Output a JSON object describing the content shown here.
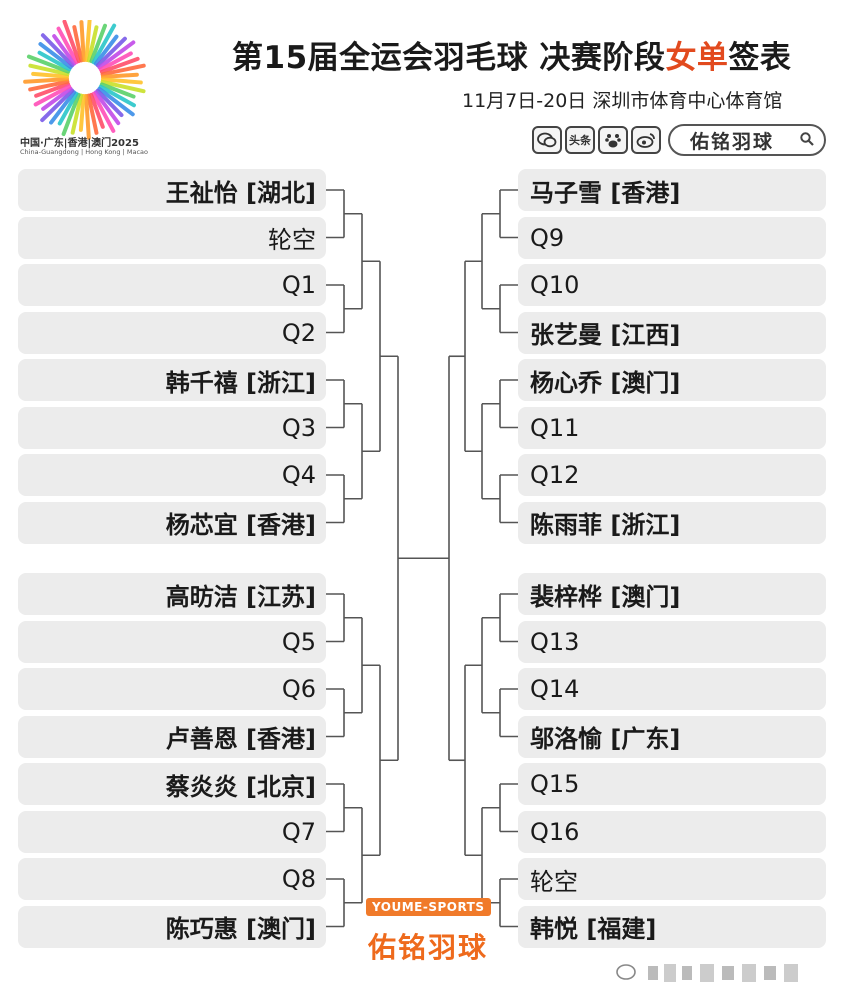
{
  "header": {
    "title_part1": "第15届全运会羽毛球 决赛阶段",
    "title_accent": "女单",
    "title_part2": "签表",
    "subtitle": "11月7日-20日 深圳市体育中心体育馆",
    "social_tags": [
      "微信",
      "头条",
      "百度",
      "微博"
    ],
    "search_label": "佑铭羽球"
  },
  "logo": {
    "line1": "中国·广东|香港|澳门2025",
    "line2": "China-Guangdong | Hong Kong | Macao"
  },
  "left_draw": [
    {
      "label": "王祉怡 [湖北]",
      "bold": true
    },
    {
      "label": "轮空",
      "bold": false
    },
    {
      "label": "Q1",
      "bold": false
    },
    {
      "label": "Q2",
      "bold": false
    },
    {
      "label": "韩千禧 [浙江]",
      "bold": true
    },
    {
      "label": "Q3",
      "bold": false
    },
    {
      "label": "Q4",
      "bold": false
    },
    {
      "label": "杨芯宜 [香港]",
      "bold": true
    },
    {
      "label": "高昉洁 [江苏]",
      "bold": true
    },
    {
      "label": "Q5",
      "bold": false
    },
    {
      "label": "Q6",
      "bold": false
    },
    {
      "label": "卢善恩 [香港]",
      "bold": true
    },
    {
      "label": "蔡炎炎 [北京]",
      "bold": true
    },
    {
      "label": "Q7",
      "bold": false
    },
    {
      "label": "Q8",
      "bold": false
    },
    {
      "label": "陈巧惠 [澳门]",
      "bold": true
    }
  ],
  "right_draw": [
    {
      "label": "马子雪 [香港]",
      "bold": true
    },
    {
      "label": "Q9",
      "bold": false
    },
    {
      "label": "Q10",
      "bold": false
    },
    {
      "label": "张艺曼 [江西]",
      "bold": true
    },
    {
      "label": "杨心乔 [澳门]",
      "bold": true
    },
    {
      "label": "Q11",
      "bold": false
    },
    {
      "label": "Q12",
      "bold": false
    },
    {
      "label": "陈雨菲 [浙江]",
      "bold": true
    },
    {
      "label": "裴梓桦 [澳门]",
      "bold": true
    },
    {
      "label": "Q13",
      "bold": false
    },
    {
      "label": "Q14",
      "bold": false
    },
    {
      "label": "邬洛愉 [广东]",
      "bold": true
    },
    {
      "label": "Q15",
      "bold": false
    },
    {
      "label": "Q16",
      "bold": false
    },
    {
      "label": "轮空",
      "bold": false
    },
    {
      "label": "韩悦 [福建]",
      "bold": true
    }
  ],
  "brand": {
    "en": "YOUME-SPORTS",
    "zh": "佑铭羽球"
  },
  "colors": {
    "accent": "#e24a1e",
    "brand_orange": "#ee6a1c",
    "slot_bg": "#ececec",
    "line": "#555555"
  }
}
